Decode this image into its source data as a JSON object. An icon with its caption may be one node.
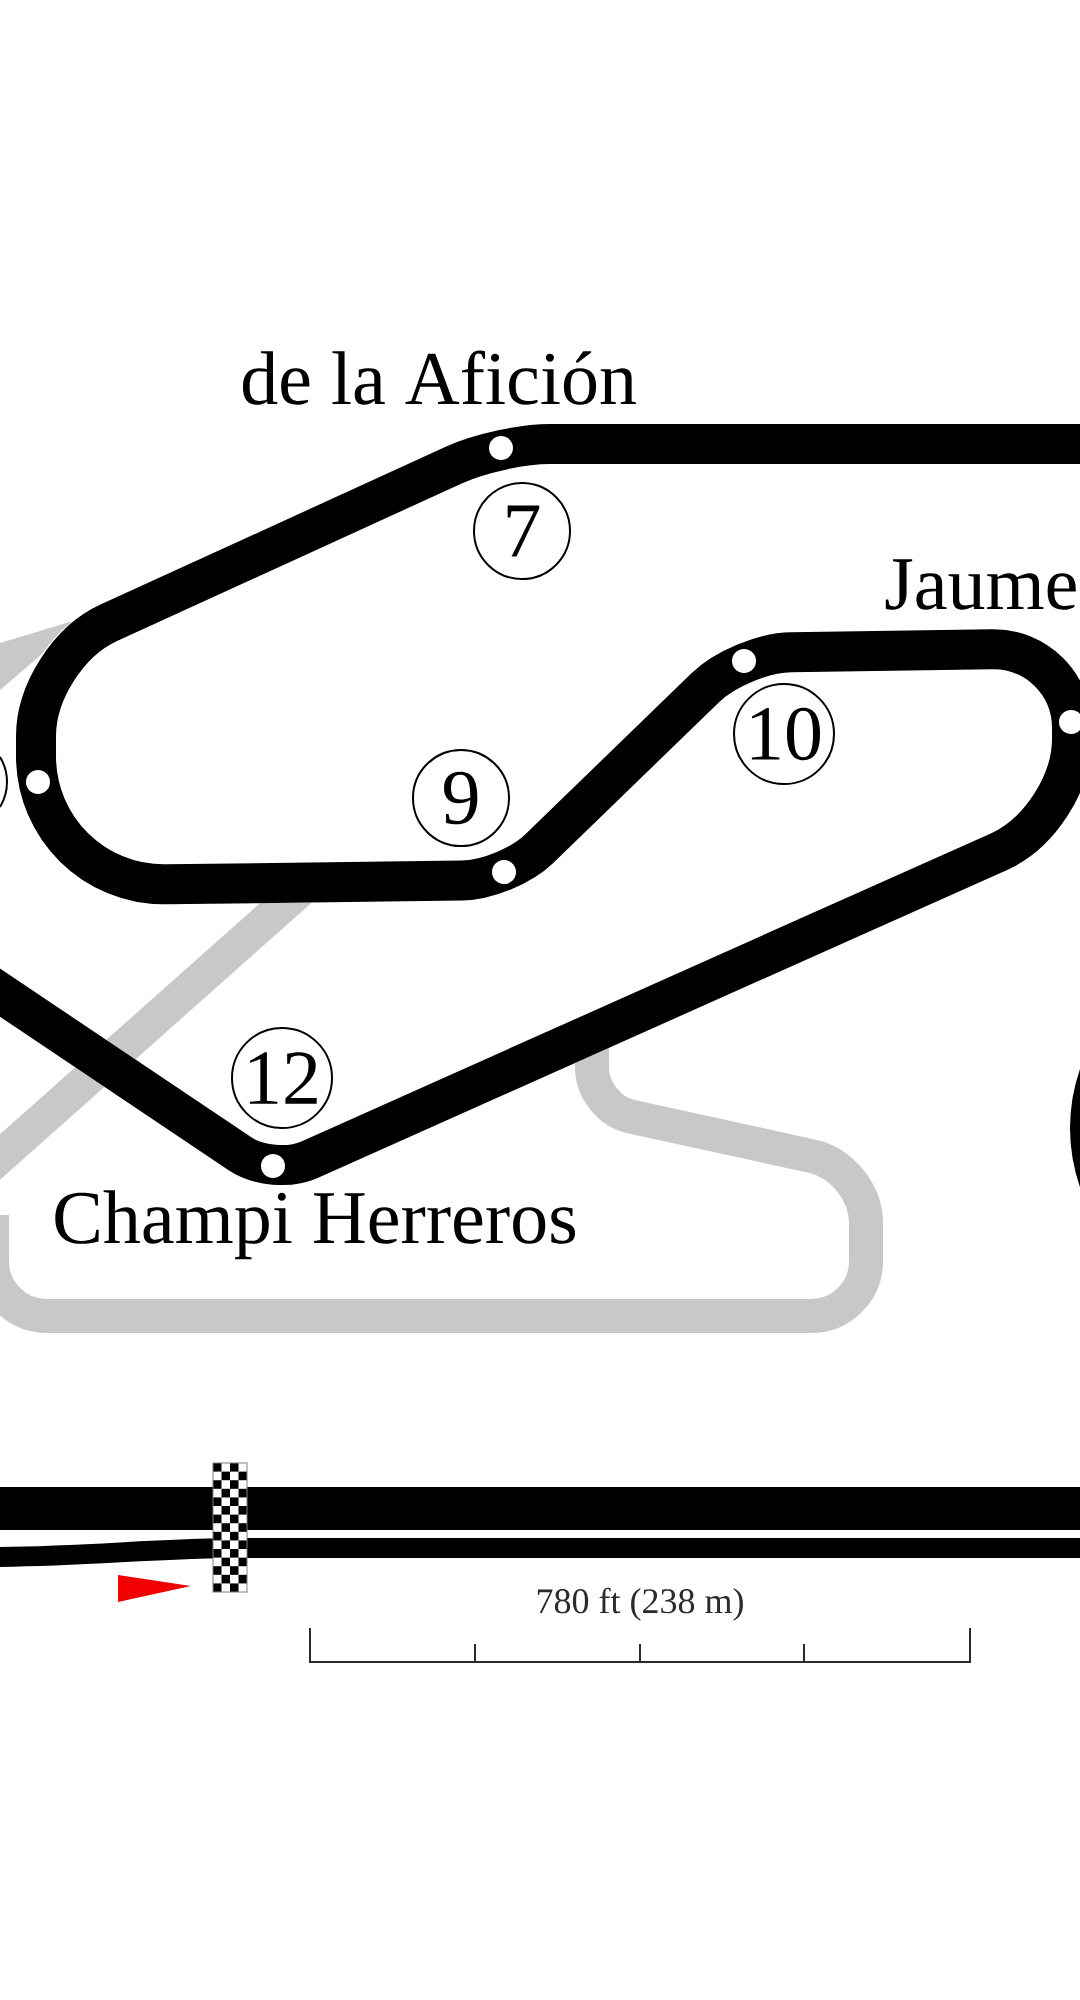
{
  "diagram": {
    "nodes": [
      {
        "text": [
          "7"
        ]
      },
      {
        "text": [
          "10"
        ]
      },
      {
        "text": [],
        "shape": "circle"
      },
      {
        "text": [
          "9"
        ]
      },
      {
        "text": [
          "12"
        ]
      }
    ],
    "labels": [
      "de la Afición",
      "Jaume",
      "Champi Herreros",
      "780 ft (238 m)"
    ]
  }
}
